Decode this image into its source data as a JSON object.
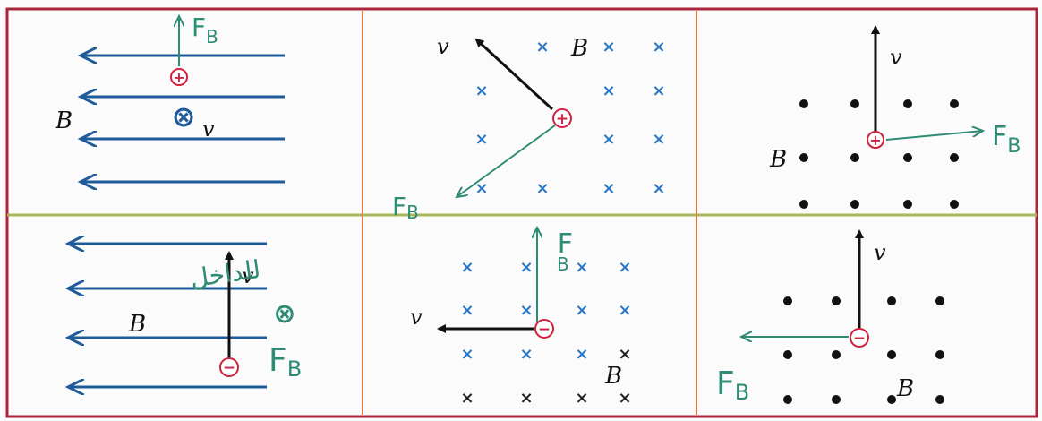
{
  "colors": {
    "field_line": "#1f5a99",
    "cross": "#2a78c2",
    "cross_dark": "#222222",
    "dot": "#111111",
    "velocity": "#111111",
    "force": "#2e8b74",
    "charge": "#d1213f",
    "border": "#a9263a",
    "divider_h": "#a8b85a",
    "divider_v": "#d97a3f"
  },
  "labels": {
    "force": "F",
    "force_sub": "B",
    "velocity": "v",
    "field": "B",
    "positive_charge": "+",
    "negative_charge": "−",
    "into_page": "⊗",
    "into_page_arabic": "للداخل"
  },
  "panels": [
    {
      "id": "p1",
      "field": "uniform-left-lines",
      "charge": "+",
      "velocity": "into-page",
      "force": "up"
    },
    {
      "id": "p2",
      "field": "into-page",
      "charge": "+",
      "velocity": "up-left",
      "force": "down-left"
    },
    {
      "id": "p3",
      "field": "out-of-page",
      "charge": "+",
      "velocity": "up",
      "force": "right"
    },
    {
      "id": "p4",
      "field": "uniform-left-lines",
      "charge": "−",
      "velocity": "up",
      "force": "into-page"
    },
    {
      "id": "p5",
      "field": "into-page",
      "charge": "−",
      "velocity": "left",
      "force": "up"
    },
    {
      "id": "p6",
      "field": "out-of-page",
      "charge": "−",
      "velocity": "up",
      "force": "left"
    }
  ]
}
